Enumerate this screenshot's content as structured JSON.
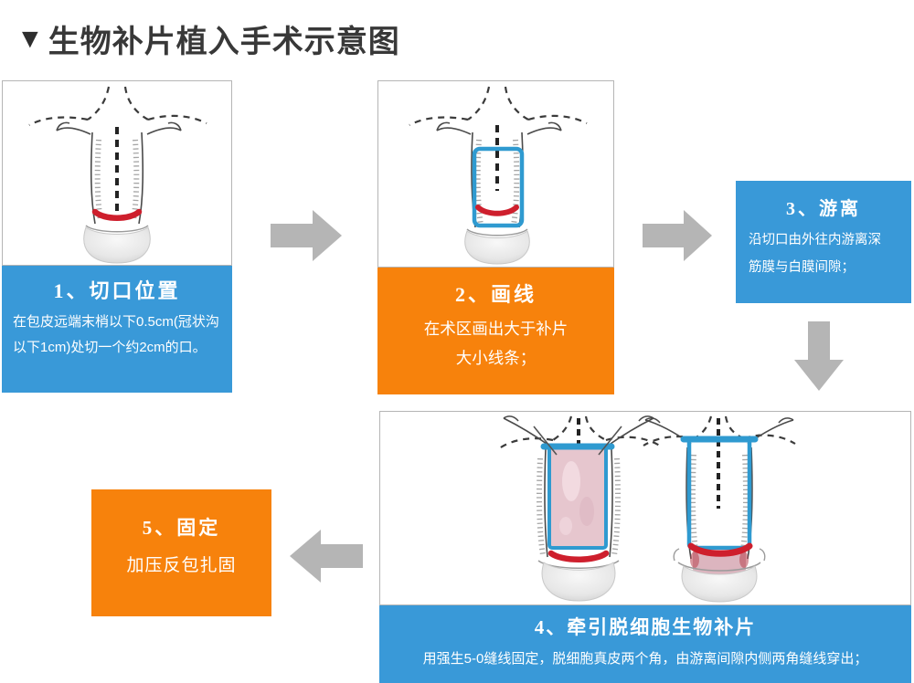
{
  "header": {
    "marker": "▼",
    "title": "生物补片植入手术示意图"
  },
  "colors": {
    "step_blue": "#3999d8",
    "step_orange": "#f7820c",
    "arrow_gray": "#b5b5b5",
    "incision_red": "#ce1f2d",
    "marking_line_blue": "#2f9ad0",
    "patch_pink": "#e6c6ce",
    "title_text": "#383838"
  },
  "steps": [
    {
      "id": "1",
      "title": "1、切口位置",
      "body": "在包皮远端末梢以下0.5cm(冠状沟以下1cm)处切一个约2cm的口。",
      "color": "blue"
    },
    {
      "id": "2",
      "title": "2、画线",
      "body": "在术区画出大于补片\n大小线条；",
      "color": "orange"
    },
    {
      "id": "3",
      "title": "3、游离",
      "body": "沿切口由外往内游离深\n筋膜与白膜间隙；",
      "color": "blue"
    },
    {
      "id": "4",
      "title": "4、牵引脱细胞生物补片",
      "body": "用强生5-0缝线固定，脱细胞真皮两个角，由游离间隙内侧两角缝线穿出；",
      "color": "blue"
    },
    {
      "id": "5",
      "title": "5、固定",
      "body": "加压反包扎固",
      "color": "orange"
    }
  ],
  "illustrations": [
    {
      "name": "incision-site-drawing",
      "description": "penis line drawing with red incision mark"
    },
    {
      "name": "marked-lines-drawing",
      "description": "penis line drawing with blue marked rectangle and red incision"
    },
    {
      "name": "patch-traction-drawing-left",
      "description": "penis drawing with pink acellular patch sutured over shaft"
    },
    {
      "name": "patch-traction-drawing-right",
      "description": "penis drawing with blue outline and patch emerging at base"
    }
  ],
  "icons": {
    "title_marker": "down-triangle",
    "flow_arrow_1": "right-arrow",
    "flow_arrow_2": "right-arrow",
    "flow_arrow_3": "down-arrow",
    "flow_arrow_4": "left-arrow"
  }
}
